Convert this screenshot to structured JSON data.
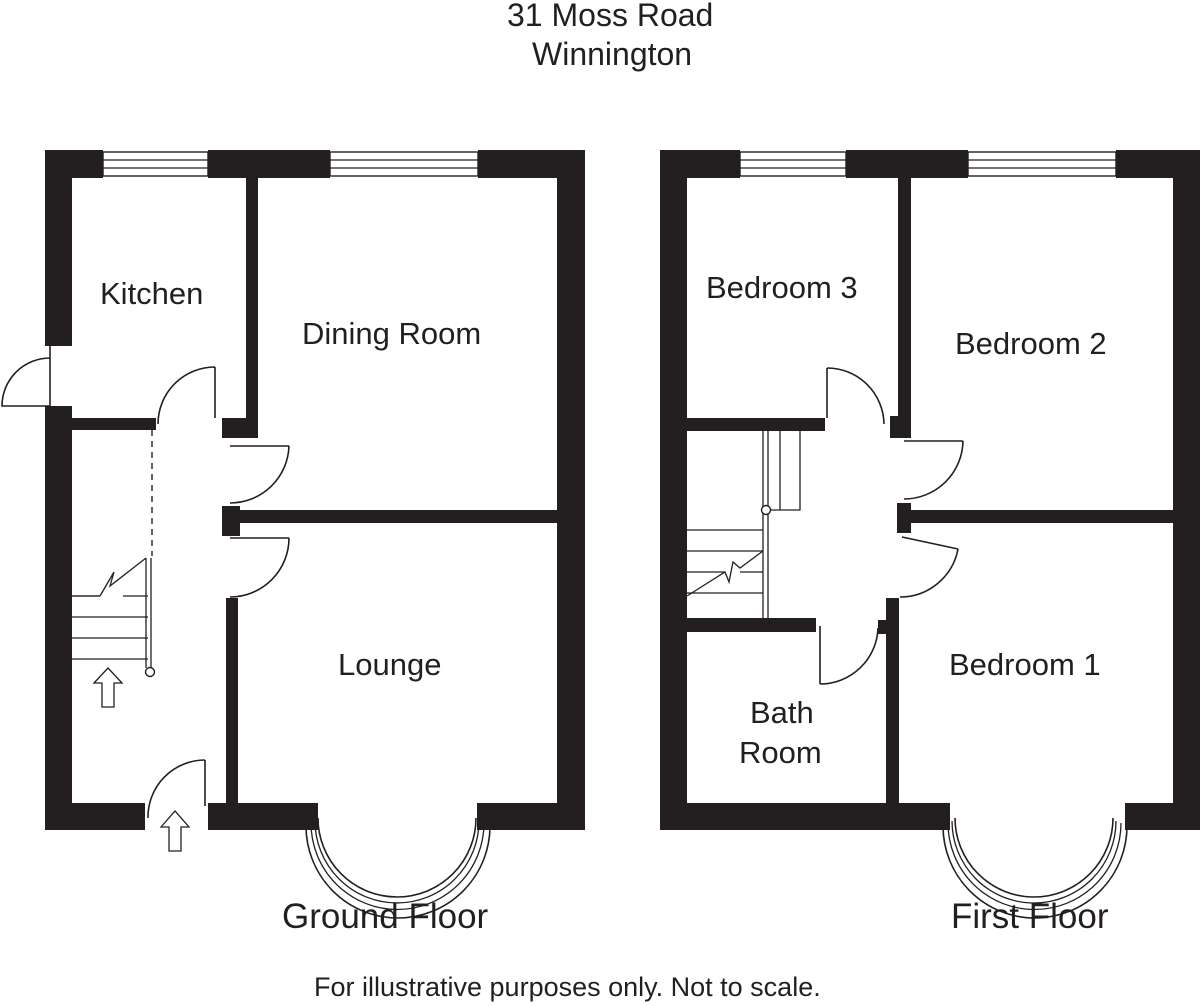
{
  "title": {
    "line1": "31 Moss Road",
    "line2": "Winnington"
  },
  "ground_floor": {
    "label": "Ground Floor",
    "rooms": {
      "kitchen": "Kitchen",
      "dining_room": "Dining Room",
      "lounge": "Lounge"
    }
  },
  "first_floor": {
    "label": "First Floor",
    "rooms": {
      "bedroom_3": "Bedroom 3",
      "bedroom_2": "Bedroom 2",
      "bedroom_1": "Bedroom 1",
      "bathroom_line1": "Bath",
      "bathroom_line2": "Room"
    }
  },
  "disclaimer": "For illustrative purposes only. Not to scale."
}
